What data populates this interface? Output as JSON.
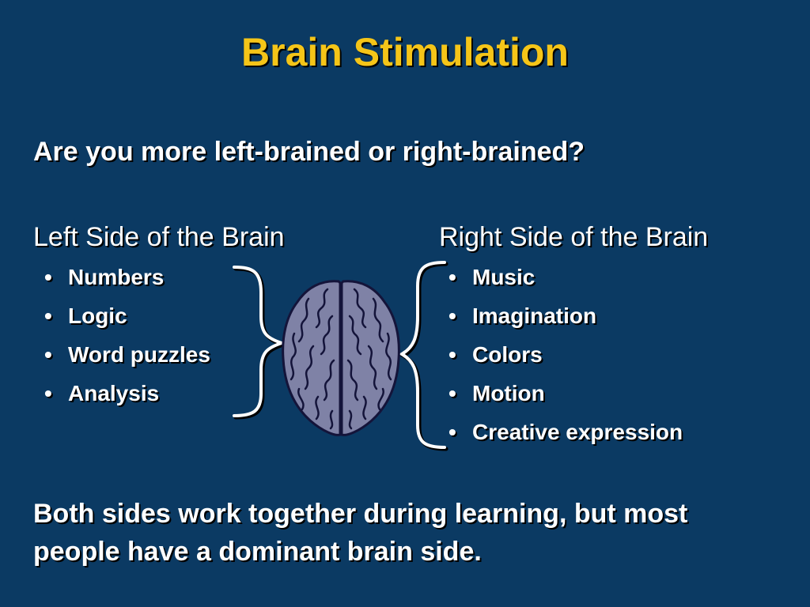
{
  "slide": {
    "title": "Brain Stimulation",
    "question": "Are you more left-brained or right-brained?",
    "left_column": {
      "heading": "Left Side of the Brain",
      "items": [
        "Numbers",
        "Logic",
        "Word puzzles",
        "Analysis"
      ]
    },
    "right_column": {
      "heading": "Right Side of the Brain",
      "items": [
        "Music",
        "Imagination",
        "Colors",
        "Motion",
        "Creative expression"
      ]
    },
    "footer": "Both sides work together during learning, but most people have a dominant brain side."
  },
  "graphics": {
    "brain": "brain-icon",
    "left_brace": "left-brace-icon",
    "right_brace": "right-brace-icon"
  },
  "colors": {
    "background": "#0b3a63",
    "title": "#f5c518",
    "text": "#ffffff",
    "brain_fill": "#7f82a6",
    "brain_outline": "#14143a"
  }
}
